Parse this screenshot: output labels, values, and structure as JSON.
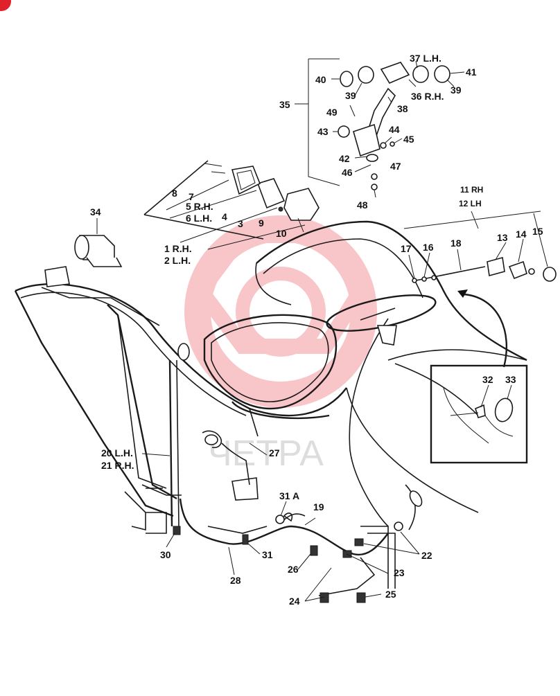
{
  "diagram": {
    "watermark_text": "ЧЕТРА",
    "watermark_color": "#e8323c",
    "badge_color": "#e0202a",
    "callouts": {
      "c1": "1 R.H.",
      "c2": "2 L.H.",
      "c3": "3",
      "c4": "4",
      "c5": "5 R.H.",
      "c6": "6 L.H.",
      "c7": "7",
      "c8": "8",
      "c9": "9",
      "c10": "10",
      "c11": "11 RH",
      "c12": "12 LH",
      "c13": "13",
      "c14": "14",
      "c15": "15",
      "c16": "16",
      "c17": "17",
      "c18": "18",
      "c19": "19",
      "c20": "20 L.H.",
      "c21": "21 R.H.",
      "c22": "22",
      "c23": "23",
      "c24": "24",
      "c25": "25",
      "c26": "26",
      "c27": "27",
      "c28": "28",
      "c30": "30",
      "c31": "31",
      "c31a": "31 A",
      "c32": "32",
      "c33": "33",
      "c34": "34",
      "c35": "35",
      "c36": "36 R.H.",
      "c37": "37 L.H.",
      "c38": "38",
      "c39a": "39",
      "c39b": "39",
      "c40": "40",
      "c41": "41",
      "c42": "42",
      "c43": "43",
      "c44": "44",
      "c45": "45",
      "c46": "46",
      "c47": "47",
      "c48": "48",
      "c49": "49"
    }
  }
}
